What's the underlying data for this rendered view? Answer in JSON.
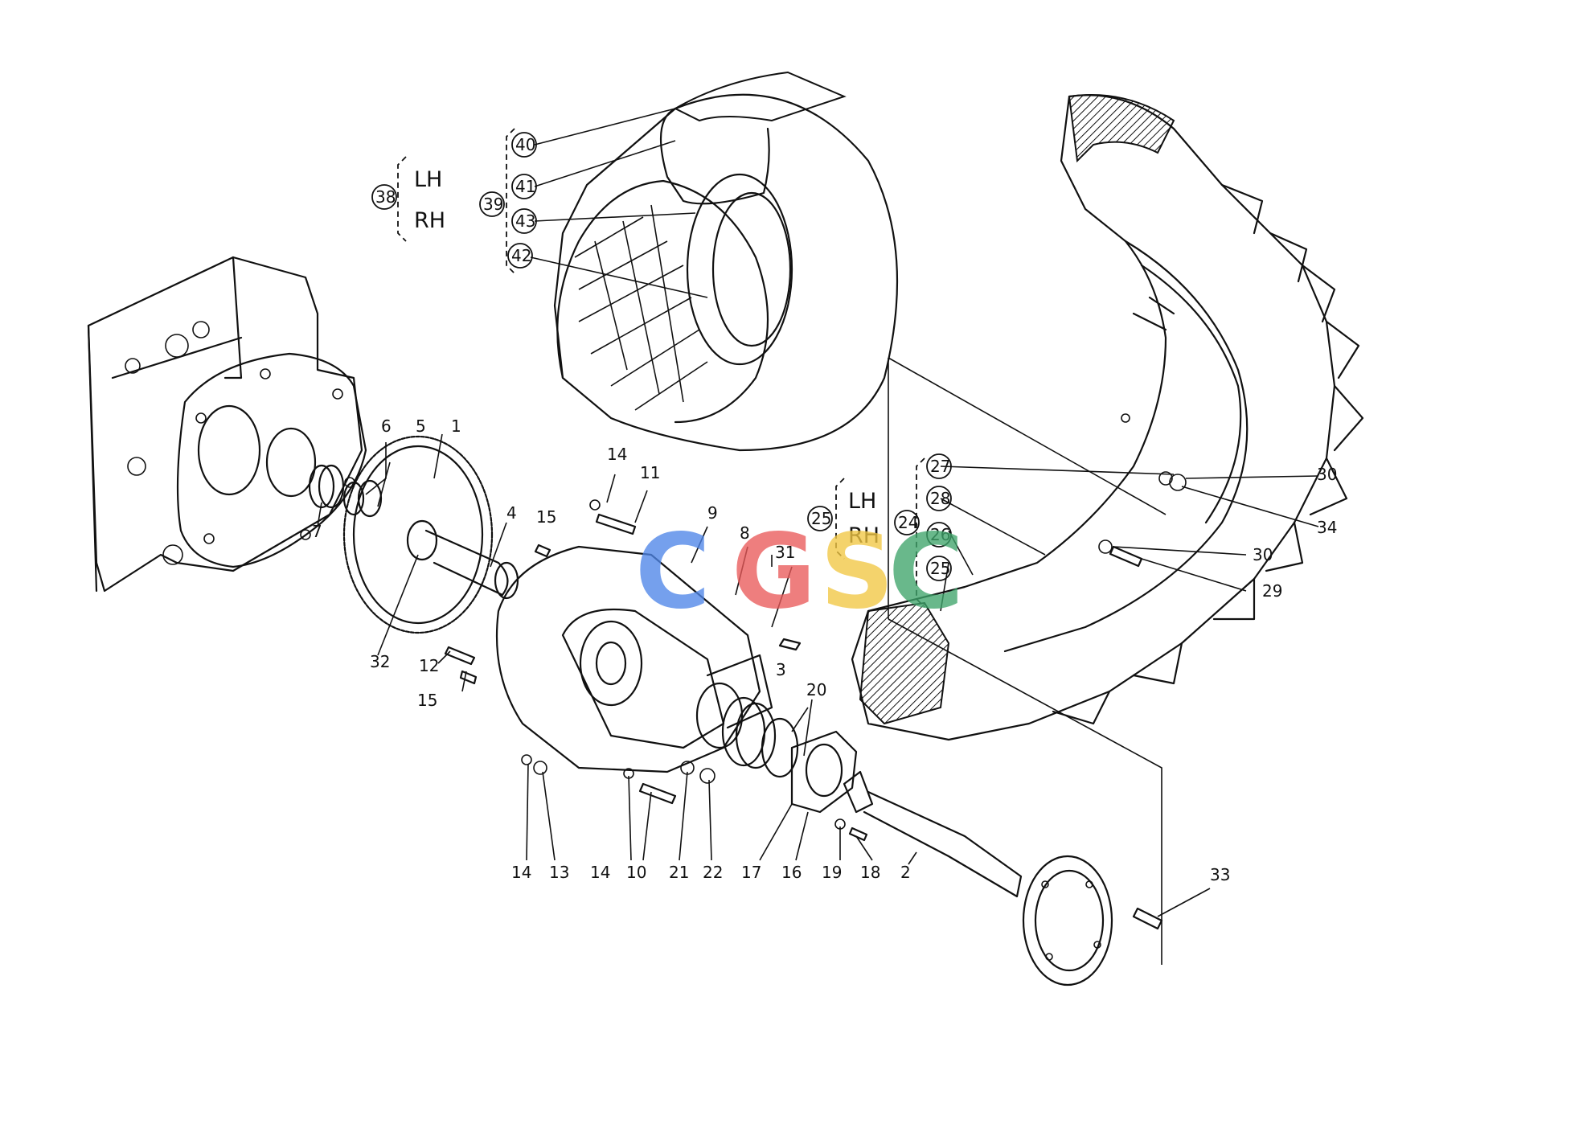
{
  "diagram": {
    "group_labels": [
      {
        "id": "38",
        "lh": "LH",
        "rh": "RH"
      },
      {
        "id": "25",
        "lh": "LH",
        "rh": "RH"
      }
    ],
    "sub_labels": [
      "39",
      "24"
    ],
    "part_numbers": [
      "1",
      "2",
      "3",
      "4",
      "5",
      "6",
      "7",
      "8",
      "9",
      "10",
      "11",
      "12",
      "13",
      "14",
      "14",
      "14",
      "15",
      "15",
      "16",
      "17",
      "18",
      "19",
      "20",
      "21",
      "22",
      "27",
      "28",
      "26",
      "25",
      "29",
      "30",
      "30",
      "31",
      "32",
      "33",
      "34",
      "40",
      "41",
      "43",
      "42"
    ],
    "watermark": {
      "letters": [
        "C",
        "G",
        "S",
        "C"
      ],
      "colors": [
        "#4f86e8",
        "#ea5a5a",
        "#f2c744",
        "#3fa56b"
      ]
    }
  }
}
